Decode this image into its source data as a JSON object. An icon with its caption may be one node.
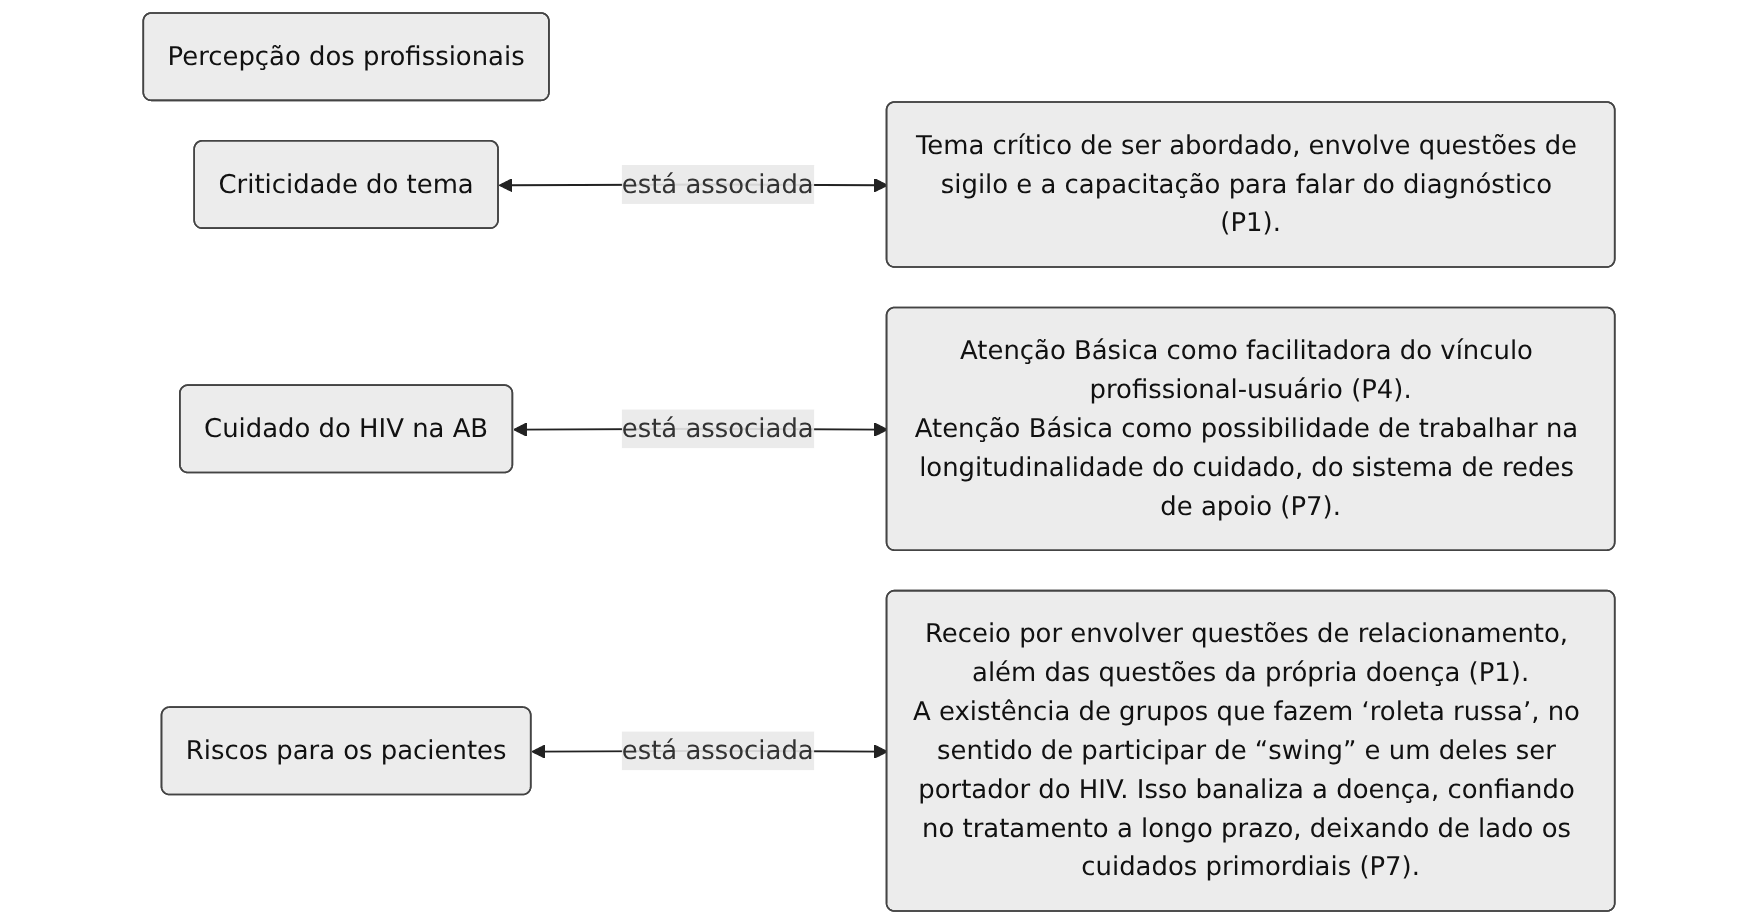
{
  "diagram": {
    "nodes": [
      {
        "text": [
          "Percepção dos profissionais"
        ]
      },
      {
        "text": [
          "Tema crítico de ser abordado, envolve questões de sigilo e a capacitação para falar do diagnóstico (P1)."
        ]
      },
      {
        "text": [
          "Criticidade do tema"
        ]
      },
      {
        "text": [
          "Atenção Básica como facilitadora do vínculo profissional-usuário (P4).",
          "Atenção Básica como possibilidade de trabalhar na longitudinalidade do cuidado, do sistema de redes de apoio (P7)."
        ]
      },
      {
        "text": [
          "Cuidado do HIV na AB"
        ]
      },
      {
        "text": [
          "Receio por envolver questões de relacionamento, além das questões da própria doença (P1).",
          "A existência de grupos que fazem ‘roleta russa’, no sentido de participar de “swing” e um deles ser portador do HIV. Isso banaliza a doença, confiando no tratamento a longo prazo, deixando de lado os cuidados primordiais (P7)."
        ]
      },
      {
        "text": [
          "Riscos para os pacientes"
        ]
      }
    ],
    "edges": [
      {
        "from": 2,
        "to": 1,
        "arrow": "both",
        "label": "está associada"
      },
      {
        "from": 4,
        "to": 3,
        "arrow": "both",
        "label": "está associada"
      },
      {
        "from": 6,
        "to": 5,
        "arrow": "both",
        "label": "está associada"
      }
    ]
  }
}
